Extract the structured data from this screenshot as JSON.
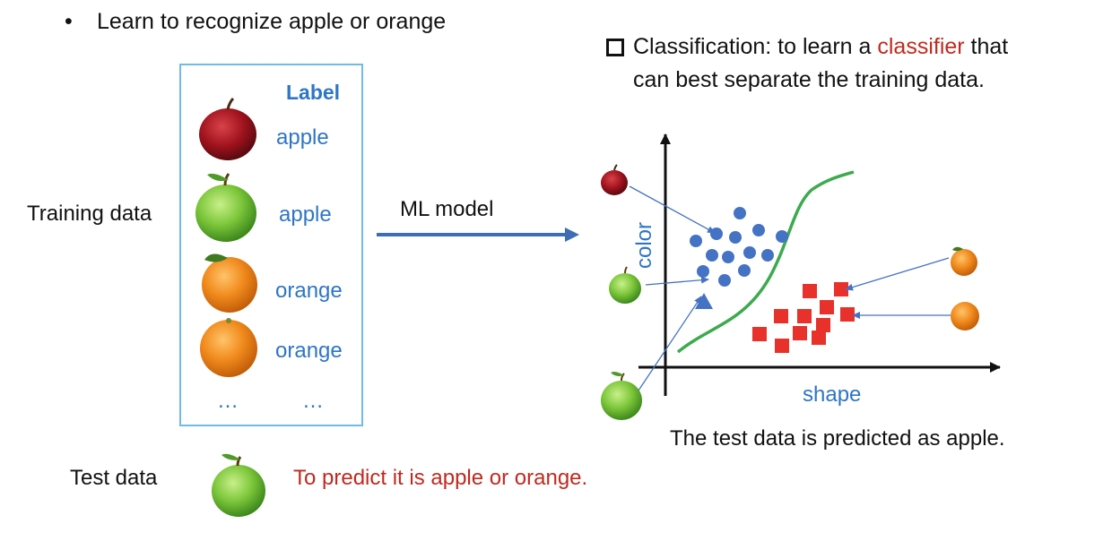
{
  "bullet": {
    "marker": "•",
    "text": "Learn to recognize apple or orange"
  },
  "classification": {
    "prefix": "Classification: to learn a ",
    "highlight": "classifier",
    "suffix": " that",
    "line2": "can best separate the training data."
  },
  "training": {
    "side_label": "Training data",
    "header": "Label",
    "items": [
      {
        "fruit": "red-apple",
        "label": "apple"
      },
      {
        "fruit": "green-apple",
        "label": "apple"
      },
      {
        "fruit": "orange",
        "label": "orange"
      },
      {
        "fruit": "orange",
        "label": "orange"
      }
    ],
    "ellipsis_left": "…",
    "ellipsis_right": "…"
  },
  "model": {
    "label": "ML model"
  },
  "plot": {
    "x_label": "shape",
    "y_label": "color",
    "caption": "The test data is predicted as apple."
  },
  "test": {
    "label": "Test data",
    "prompt": "To predict it is apple or orange."
  },
  "colors": {
    "blue_text": "#2e75c7",
    "red_text": "#c02a1f",
    "apple_points": "#4472c4",
    "orange_points": "#e8312a",
    "boundary": "#3daa4e",
    "arrow": "#4472c4",
    "box_border": "#6fbbe8"
  }
}
